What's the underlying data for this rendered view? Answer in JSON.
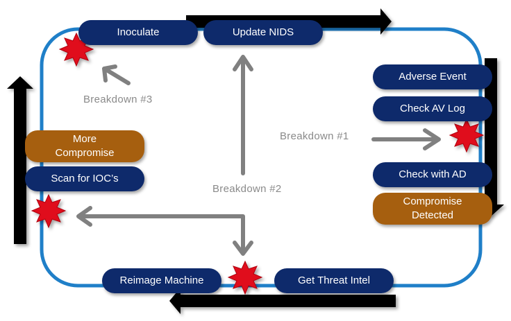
{
  "steps": {
    "inoculate": "Inoculate",
    "update_nids": "Update NIDS",
    "adverse_event": "Adverse Event",
    "check_av_log": "Check AV Log",
    "check_with_ad": "Check with AD",
    "compromise_detected": "Compromise Detected",
    "get_threat_intel": "Get Threat Intel",
    "reimage_machine": "Reimage Machine",
    "scan_for_iocs": "Scan for IOC’s",
    "more_compromise": "More Compromise"
  },
  "breakdowns": {
    "b1": "Breakdown #1",
    "b2": "Breakdown #2",
    "b3": "Breakdown #3"
  },
  "colors": {
    "navy": "#0e2a6b",
    "brown": "#a65f0f",
    "loop": "#1f7fc8",
    "arrow_gray": "#808080",
    "star": "#e0101c",
    "flow_arrow": "#000000"
  },
  "icons": [
    "starburst-icon",
    "flow-arrow-icon",
    "gray-arrow-icon"
  ]
}
